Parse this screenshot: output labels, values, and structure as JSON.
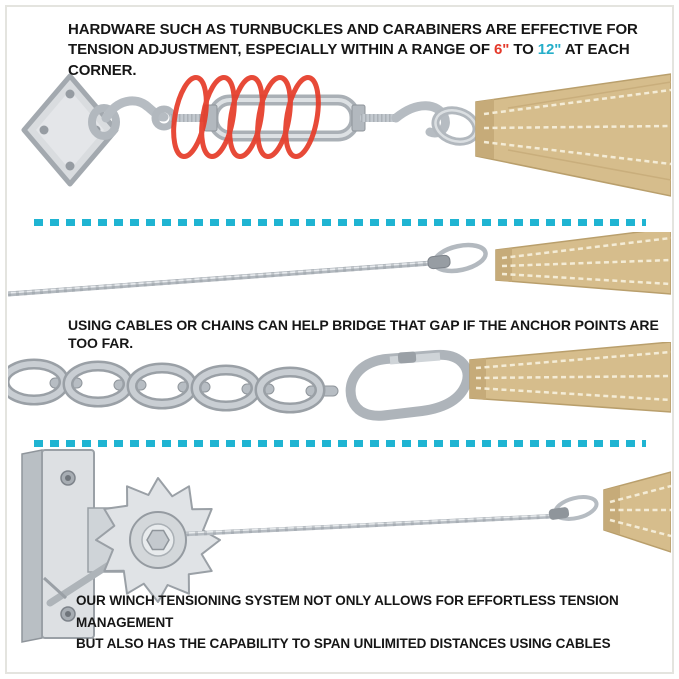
{
  "palette": {
    "accent_red": "#e4392a",
    "accent_teal": "#25aec9",
    "divider_teal": "#1fb4d2",
    "strap_tan": "#d6bd8c",
    "metal_gray": "#b6bcc2"
  },
  "header": {
    "text_before": "HARDWARE SUCH AS TURNBUCKLES AND CARABINERS ARE EFFECTIVE FOR TENSION ADJUSTMENT, ESPECIALLY WITHIN A RANGE OF ",
    "range_min": "6\"",
    "connector": " TO ",
    "range_max": "12\"",
    "text_after": " AT EACH CORNER."
  },
  "middle": {
    "text": "USING CABLES OR CHAINS CAN HELP BRIDGE THAT GAP IF THE ANCHOR POINTS ARE TOO FAR."
  },
  "footer": {
    "line1": "OUR WINCH TENSIONING SYSTEM NOT ONLY ALLOWS FOR EFFORTLESS TENSION MANAGEMENT",
    "line2": "BUT ALSO HAS THE CAPABILITY TO SPAN UNLIMITED DISTANCES USING CABLES"
  }
}
